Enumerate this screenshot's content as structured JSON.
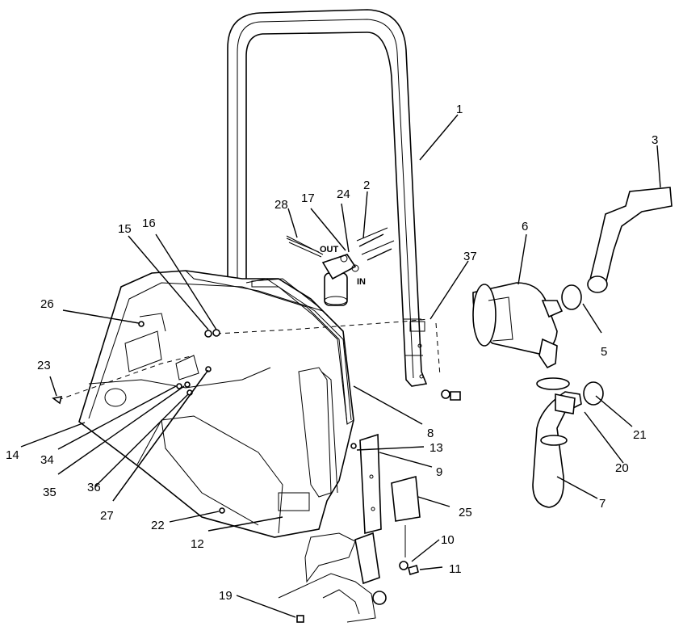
{
  "callouts": [
    {
      "id": "c1",
      "text": "1"
    },
    {
      "id": "c2",
      "text": "2"
    },
    {
      "id": "c3",
      "text": "3"
    },
    {
      "id": "c5",
      "text": "5"
    },
    {
      "id": "c6",
      "text": "6"
    },
    {
      "id": "c7",
      "text": "7"
    },
    {
      "id": "c8",
      "text": "8"
    },
    {
      "id": "c9",
      "text": "9"
    },
    {
      "id": "c10",
      "text": "10"
    },
    {
      "id": "c11",
      "text": "11"
    },
    {
      "id": "c12",
      "text": "12"
    },
    {
      "id": "c13",
      "text": "13"
    },
    {
      "id": "c14",
      "text": "14"
    },
    {
      "id": "c15",
      "text": "15"
    },
    {
      "id": "c16",
      "text": "16"
    },
    {
      "id": "c17",
      "text": "17"
    },
    {
      "id": "c19",
      "text": "19"
    },
    {
      "id": "c20",
      "text": "20"
    },
    {
      "id": "c21",
      "text": "21"
    },
    {
      "id": "c22",
      "text": "22"
    },
    {
      "id": "c23",
      "text": "23"
    },
    {
      "id": "c24",
      "text": "24"
    },
    {
      "id": "c25",
      "text": "25"
    },
    {
      "id": "c26",
      "text": "26"
    },
    {
      "id": "c27",
      "text": "27"
    },
    {
      "id": "c28",
      "text": "28"
    },
    {
      "id": "c34",
      "text": "34"
    },
    {
      "id": "c35",
      "text": "35"
    },
    {
      "id": "c36",
      "text": "36"
    },
    {
      "id": "c37",
      "text": "37"
    }
  ],
  "port_labels": {
    "out": "OUT",
    "in": "IN"
  }
}
